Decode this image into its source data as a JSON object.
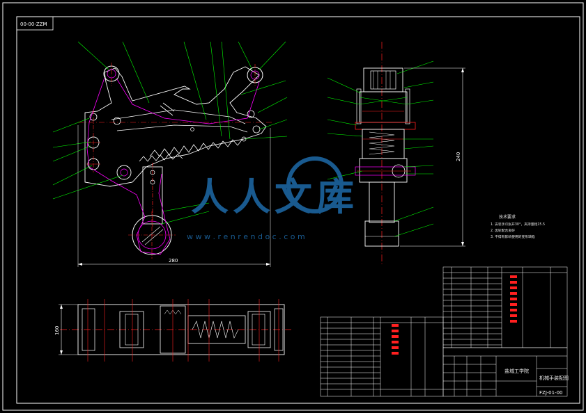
{
  "drawing_code": "00-00-ZZM",
  "dimensions": {
    "main_width": "280",
    "side_height": "240",
    "bottom_height": "160"
  },
  "tech_notes": {
    "title": "技术要求",
    "lines": [
      "1. 安装手爪张开30°，夹持量程15.5",
      "2. 齿轮配合良好",
      "3. 不得有影响使用的变形缺陷"
    ]
  },
  "watermark": {
    "text": "人人文库",
    "url": "w w w . r e n r e n d o c . c o m"
  },
  "title_block": {
    "school": "盐城工学院",
    "drawing_name": "机械手装配图",
    "drawing_no": "FZJ-01-00"
  },
  "colors": {
    "frame": "#ffffff",
    "outline": "#ffffff",
    "center": "#ff2020",
    "leader": "#00ff00",
    "cut": "#ff00ff",
    "dimension": "#ffffff",
    "watermark": "#1e6aa8"
  }
}
